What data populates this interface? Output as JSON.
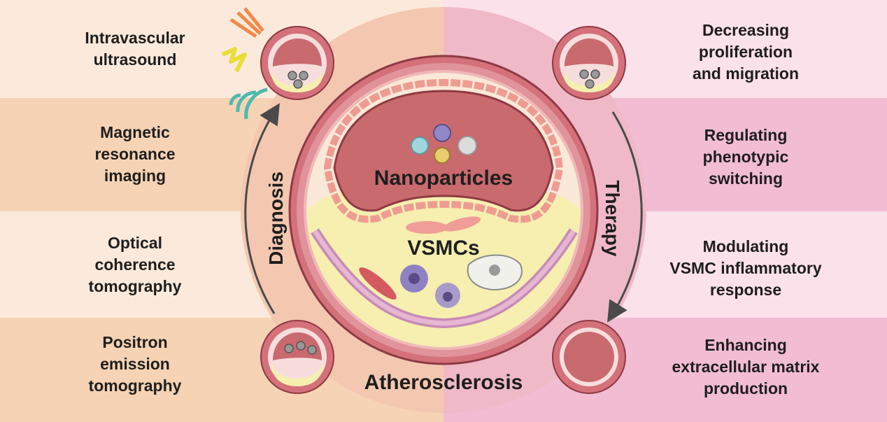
{
  "title": "Atherosclerosis",
  "center": {
    "nanoparticles": "Nanoparticles",
    "vsmcs": "VSMCs"
  },
  "arcs": {
    "left": "Diagnosis",
    "right": "Therapy"
  },
  "diagnosis": [
    {
      "lines": [
        "Intravascular",
        "ultrasound"
      ]
    },
    {
      "lines": [
        "Magnetic",
        "resonance",
        "imaging"
      ]
    },
    {
      "lines": [
        "Optical",
        "coherence",
        "tomography"
      ]
    },
    {
      "lines": [
        "Positron",
        "emission",
        "tomography"
      ]
    }
  ],
  "therapy": [
    {
      "lines": [
        "Decreasing",
        "proliferation",
        "and migration"
      ]
    },
    {
      "lines": [
        "Regulating",
        "phenotypic",
        "switching"
      ]
    },
    {
      "lines": [
        "Modulating",
        "VSMC inflammatory",
        "response"
      ]
    },
    {
      "lines": [
        "Enhancing",
        "extracellular matrix",
        "production"
      ]
    }
  ],
  "colors": {
    "diagnosis_light": "#fbeadb",
    "diagnosis_dark": "#f6d3b4",
    "therapy_light": "#f9dbe6",
    "therapy_dark": "#f1b8cf",
    "vessel_outer": "#d4717a",
    "lumen": "#c96a6e",
    "plaque": "#f6efb0",
    "arrow": "#4a4a4a"
  }
}
